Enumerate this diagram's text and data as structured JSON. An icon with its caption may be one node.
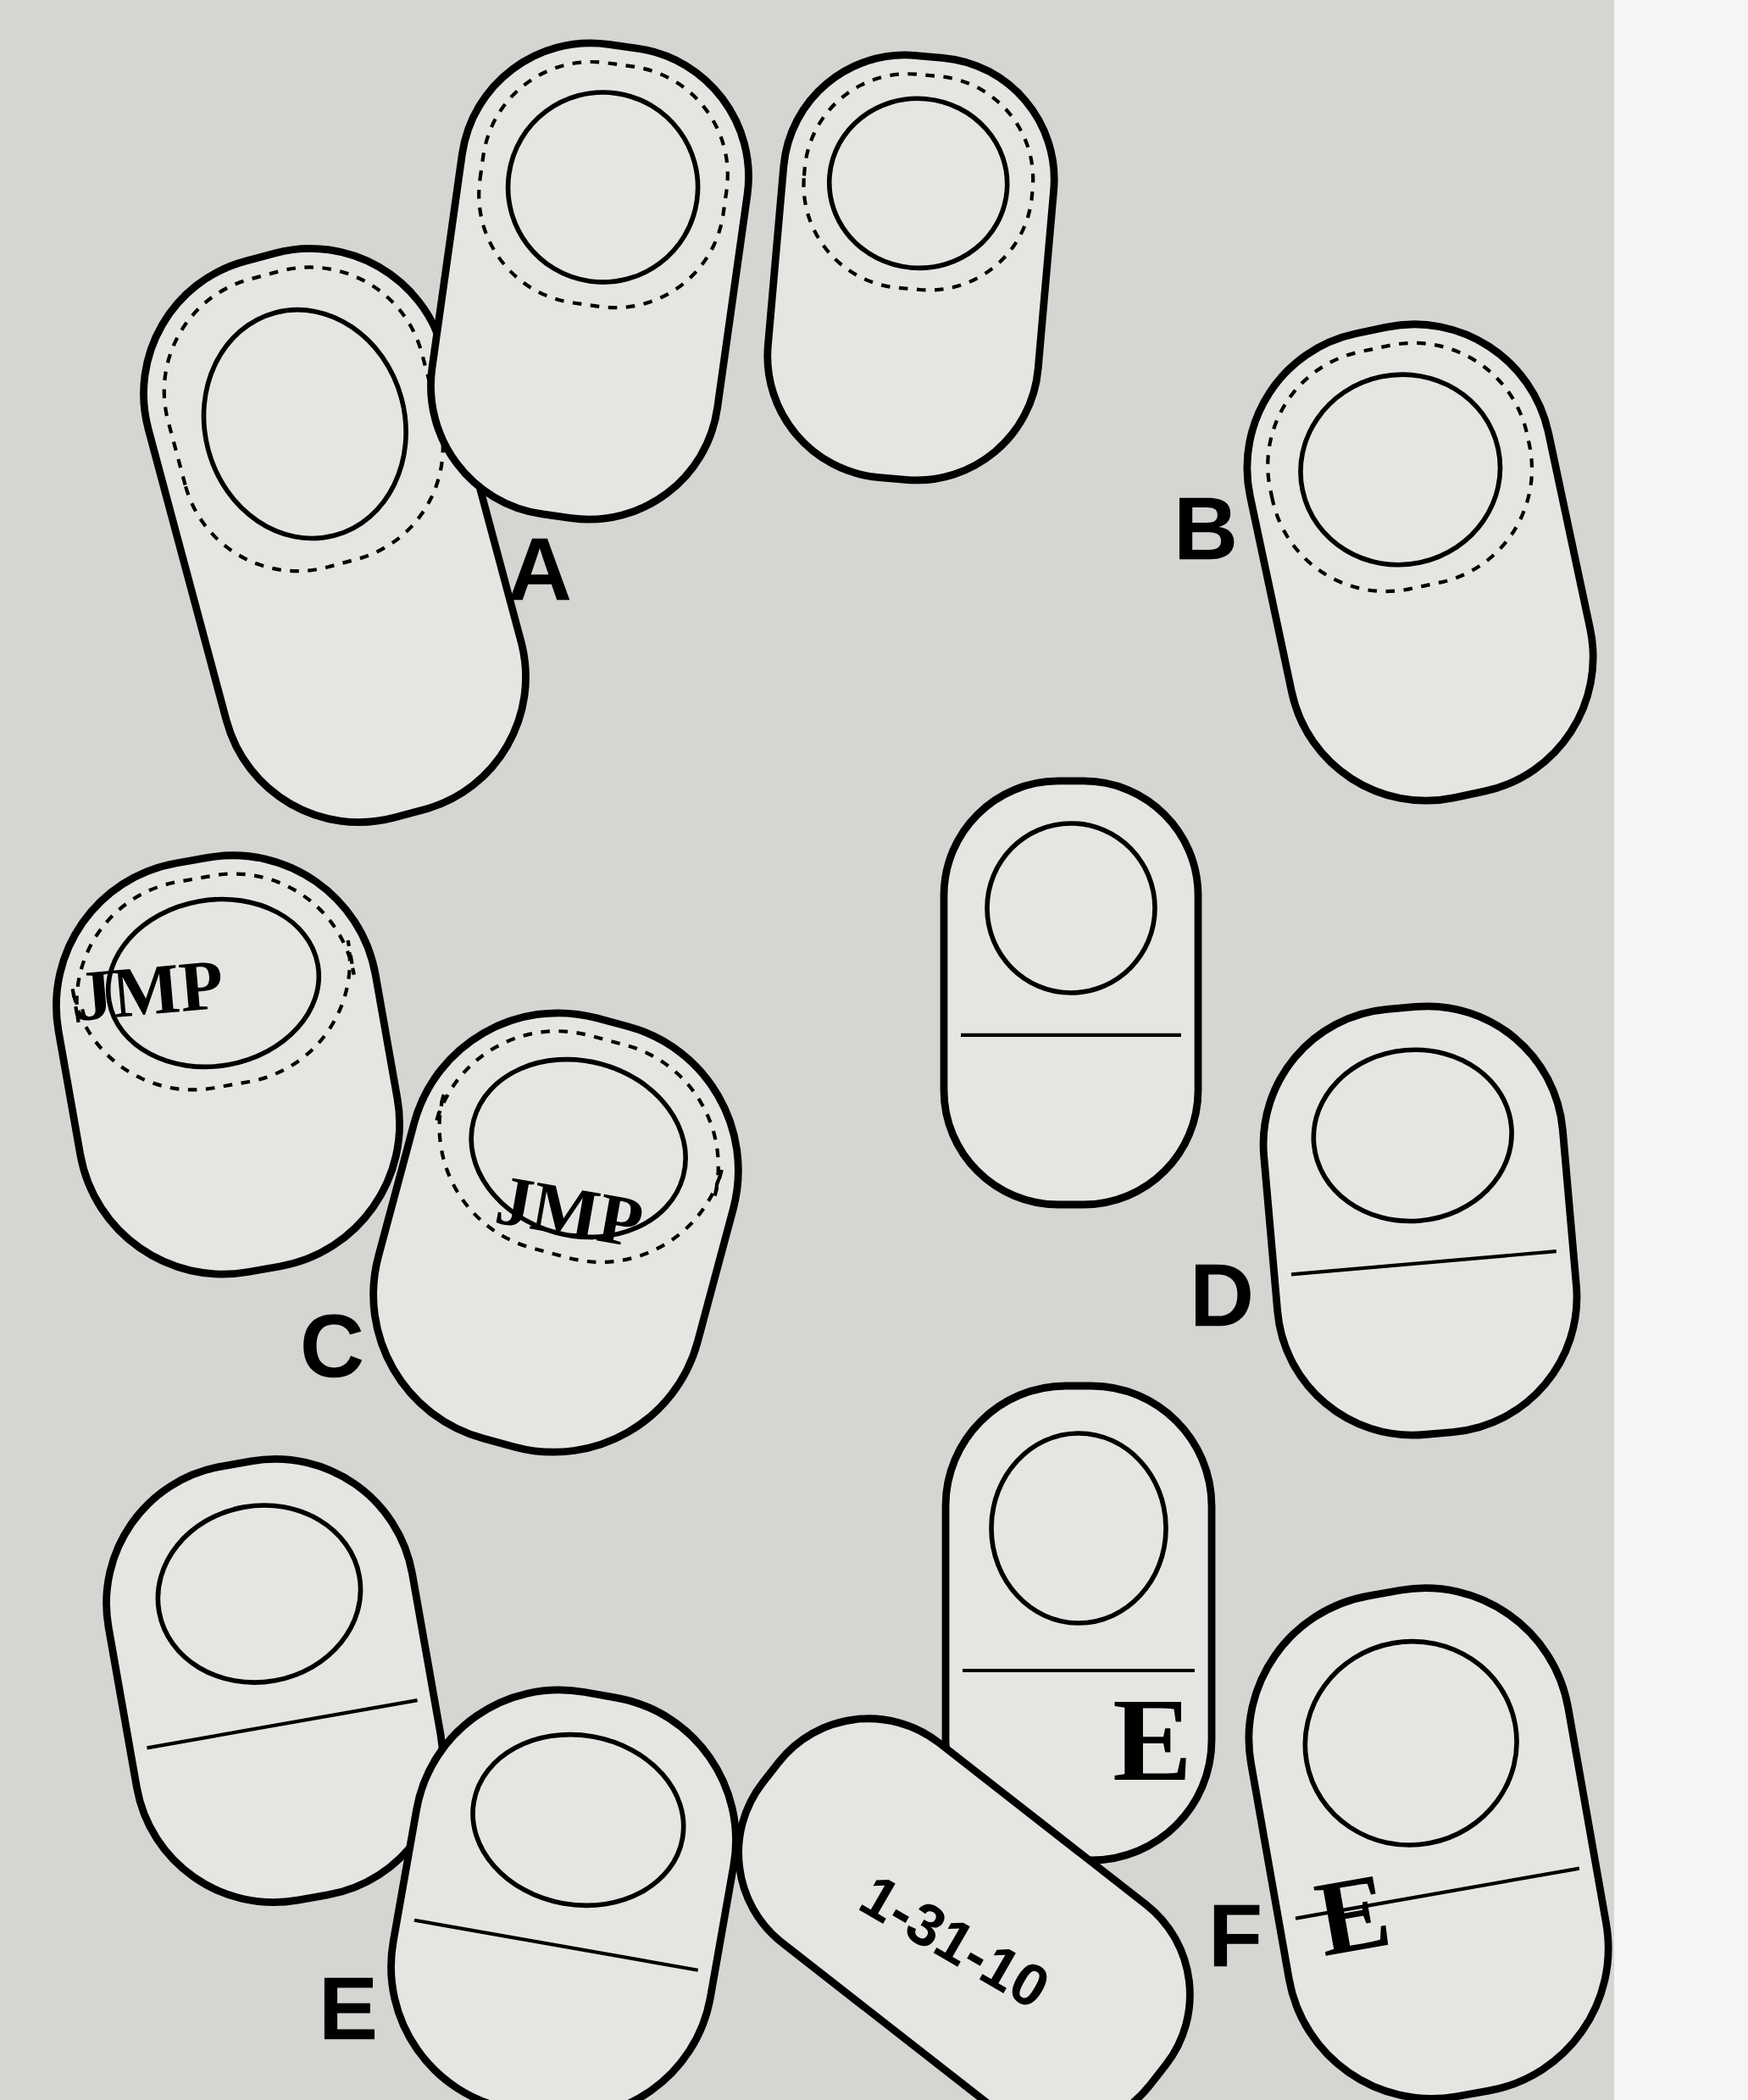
{
  "diagram": {
    "labels": [
      "B",
      "A",
      "JMP",
      "JMP",
      "D",
      "C",
      "E",
      "E",
      "F",
      "1-31-10",
      "E"
    ]
  }
}
